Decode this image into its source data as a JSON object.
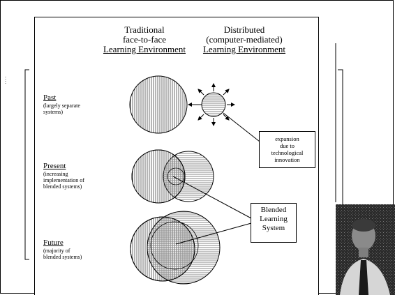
{
  "columns": {
    "traditional": {
      "line1": "Traditional",
      "line2": "face-to-face",
      "line3": "Learning Environment"
    },
    "distributed": {
      "line1": "Distributed",
      "line2": "(computer-mediated)",
      "line3": "Learning Environment"
    }
  },
  "rows": [
    {
      "title": "Past",
      "desc1": "(largely separate",
      "desc2": "systems)"
    },
    {
      "title": "Present",
      "desc1": "(increasing",
      "desc2": "implementation of",
      "desc3": "blended systems)"
    },
    {
      "title": "Future",
      "desc1": "(majority of",
      "desc2": "blended systems)"
    }
  ],
  "callouts": {
    "expansion": {
      "line1": "expansion",
      "line2": "due to",
      "line3": "technological",
      "line4": "innovation"
    },
    "blended": {
      "line1": "Blended",
      "line2": "Learning",
      "line3": "System"
    }
  },
  "icons": [
    "arrow-icon",
    "vertical-hatch-circle",
    "horizontal-hatch-circle"
  ],
  "colors": {
    "background": "#ffffff",
    "ink": "#000000",
    "hatch_gray": "#7a7a7a"
  }
}
